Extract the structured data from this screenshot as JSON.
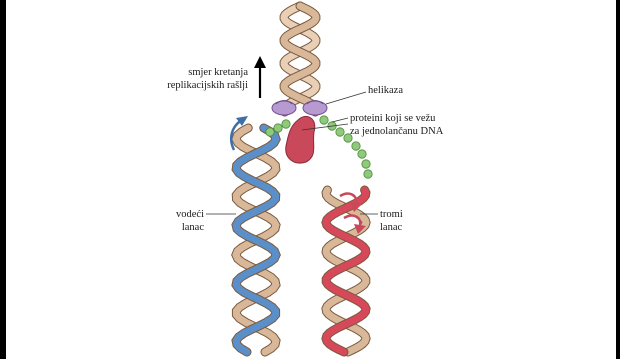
{
  "labels": {
    "fork_direction": [
      "smjer kretanja",
      "replikacijskih rašlji"
    ],
    "helicase": "helikaza",
    "ssb_proteins": [
      "proteini koji se vežu",
      "za jednolančanu DNA"
    ],
    "leading_strand": [
      "vodeći",
      "lanac"
    ],
    "lagging_strand": [
      "tromi",
      "lanac"
    ]
  },
  "colors": {
    "parental_strand": "#d9b89a",
    "parental_dark": "#8a6a4a",
    "leading_strand": "#5b8fc9",
    "lagging_strand": "#d6485a",
    "helicase": "#a98ac4",
    "ssb_protein": "#8fc97a",
    "polymerase": "#c9485a",
    "arrow": "#000000"
  }
}
